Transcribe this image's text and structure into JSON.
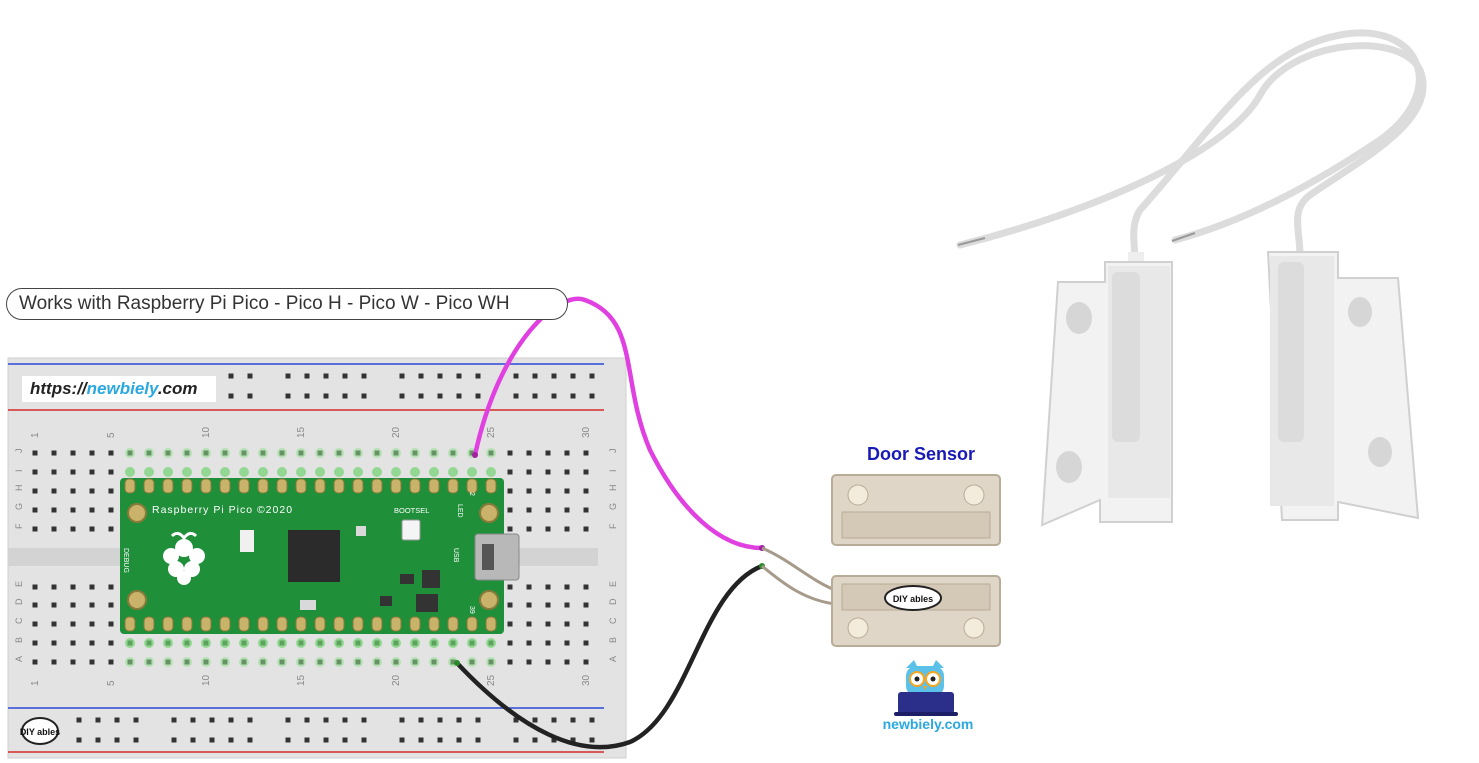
{
  "caption": "Works with Raspberry Pi Pico - Pico H - Pico W - Pico WH",
  "breadboard": {
    "url_prefix": "https://",
    "url_brand": "newbiely",
    "url_suffix": ".com",
    "column_numbers": [
      "1",
      "5",
      "10",
      "15",
      "20",
      "25",
      "30"
    ],
    "row_letters_top": [
      "J",
      "I",
      "H",
      "G",
      "F"
    ],
    "row_letters_bottom": [
      "E",
      "D",
      "C",
      "B",
      "A"
    ],
    "logo_text": "DIY ables"
  },
  "pico": {
    "title": "Raspberry Pi Pico ©2020",
    "bootsel": "BOOTSEL",
    "debug": "DEBUG",
    "led": "LED",
    "usb": "USB",
    "pin_top": "2",
    "pin_bottom": "39"
  },
  "sensor": {
    "title": "Door Sensor",
    "logo_text": "DIY ables"
  },
  "brand": "newbiely.com",
  "colors": {
    "signal_wire": "#e040e0",
    "ground_wire": "#222222",
    "board_green": "#1f8f3a",
    "title_blue": "#1a1ab8",
    "brand_blue": "#2aa8e0"
  }
}
